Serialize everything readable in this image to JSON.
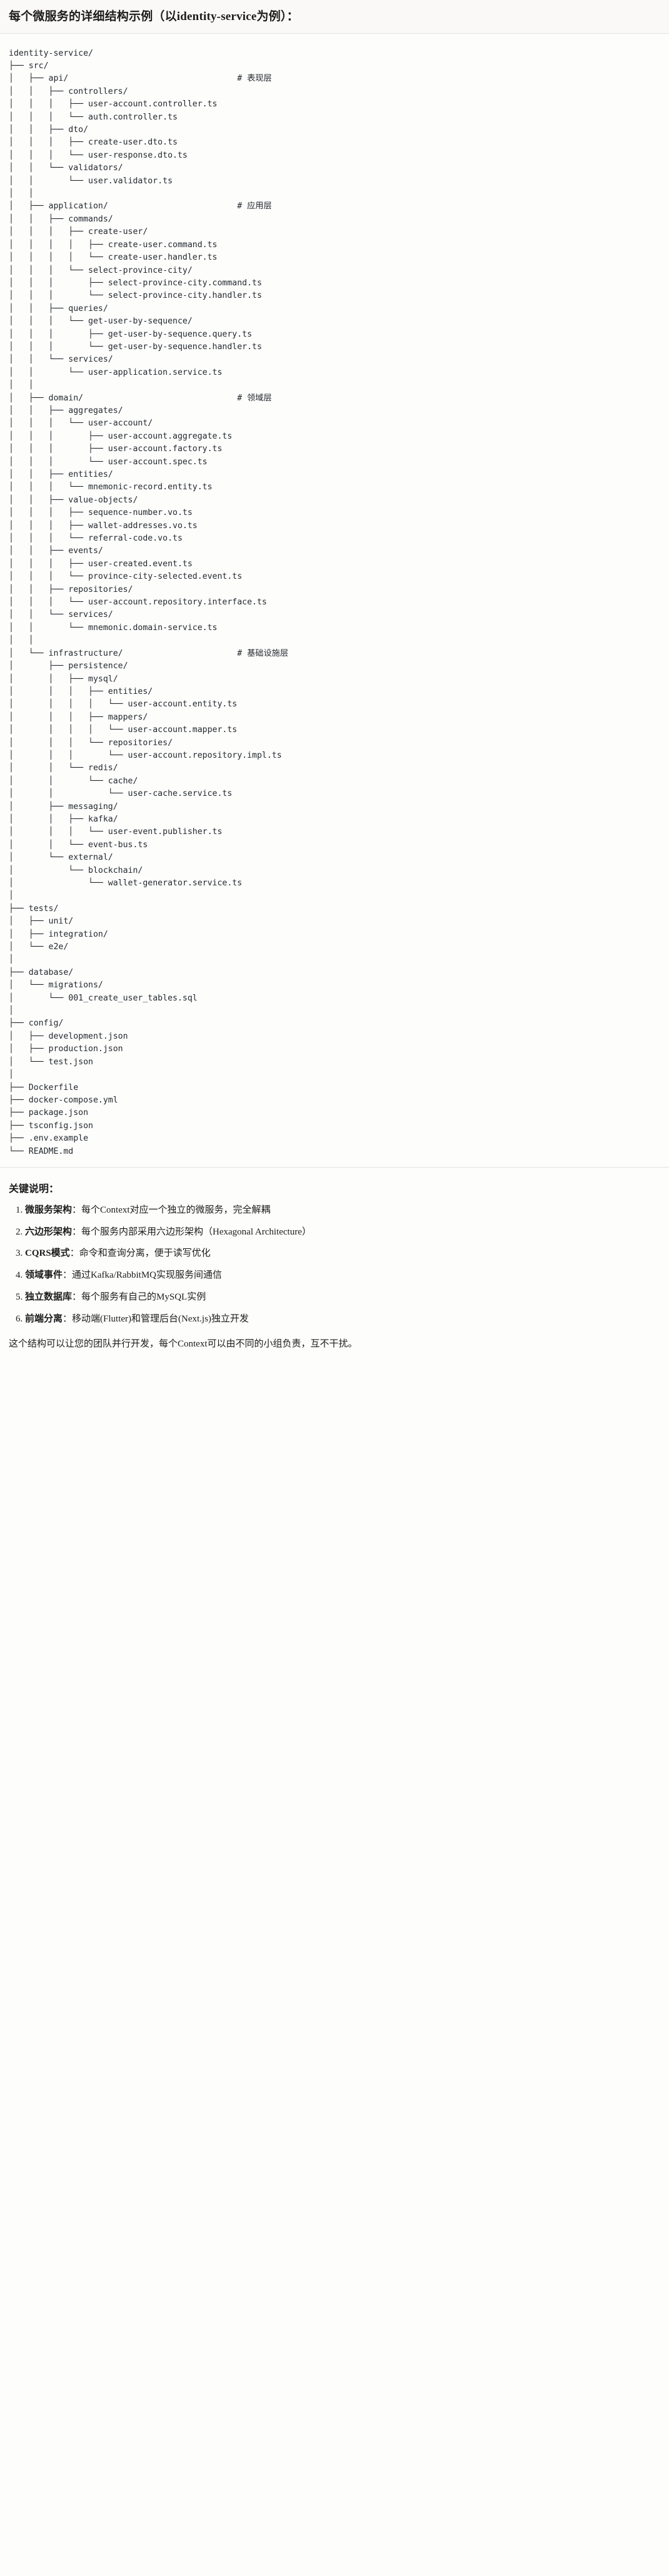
{
  "header": {
    "title": "每个微服务的详细结构示例（以identity-service为例）："
  },
  "tree": {
    "comment_column": 46,
    "lines": [
      {
        "path": "identity-service/",
        "comment": ""
      },
      {
        "path": "├── src/",
        "comment": ""
      },
      {
        "path": "│   ├── api/",
        "comment": "# 表现层"
      },
      {
        "path": "│   │   ├── controllers/",
        "comment": ""
      },
      {
        "path": "│   │   │   ├── user-account.controller.ts",
        "comment": ""
      },
      {
        "path": "│   │   │   └── auth.controller.ts",
        "comment": ""
      },
      {
        "path": "│   │   ├── dto/",
        "comment": ""
      },
      {
        "path": "│   │   │   ├── create-user.dto.ts",
        "comment": ""
      },
      {
        "path": "│   │   │   └── user-response.dto.ts",
        "comment": ""
      },
      {
        "path": "│   │   └── validators/",
        "comment": ""
      },
      {
        "path": "│   │       └── user.validator.ts",
        "comment": ""
      },
      {
        "path": "│   │",
        "comment": ""
      },
      {
        "path": "│   ├── application/",
        "comment": "# 应用层"
      },
      {
        "path": "│   │   ├── commands/",
        "comment": ""
      },
      {
        "path": "│   │   │   ├── create-user/",
        "comment": ""
      },
      {
        "path": "│   │   │   │   ├── create-user.command.ts",
        "comment": ""
      },
      {
        "path": "│   │   │   │   └── create-user.handler.ts",
        "comment": ""
      },
      {
        "path": "│   │   │   └── select-province-city/",
        "comment": ""
      },
      {
        "path": "│   │   │       ├── select-province-city.command.ts",
        "comment": ""
      },
      {
        "path": "│   │   │       └── select-province-city.handler.ts",
        "comment": ""
      },
      {
        "path": "│   │   ├── queries/",
        "comment": ""
      },
      {
        "path": "│   │   │   └── get-user-by-sequence/",
        "comment": ""
      },
      {
        "path": "│   │   │       ├── get-user-by-sequence.query.ts",
        "comment": ""
      },
      {
        "path": "│   │   │       └── get-user-by-sequence.handler.ts",
        "comment": ""
      },
      {
        "path": "│   │   └── services/",
        "comment": ""
      },
      {
        "path": "│   │       └── user-application.service.ts",
        "comment": ""
      },
      {
        "path": "│   │",
        "comment": ""
      },
      {
        "path": "│   ├── domain/",
        "comment": "# 领域层"
      },
      {
        "path": "│   │   ├── aggregates/",
        "comment": ""
      },
      {
        "path": "│   │   │   └── user-account/",
        "comment": ""
      },
      {
        "path": "│   │   │       ├── user-account.aggregate.ts",
        "comment": ""
      },
      {
        "path": "│   │   │       ├── user-account.factory.ts",
        "comment": ""
      },
      {
        "path": "│   │   │       └── user-account.spec.ts",
        "comment": ""
      },
      {
        "path": "│   │   ├── entities/",
        "comment": ""
      },
      {
        "path": "│   │   │   └── mnemonic-record.entity.ts",
        "comment": ""
      },
      {
        "path": "│   │   ├── value-objects/",
        "comment": ""
      },
      {
        "path": "│   │   │   ├── sequence-number.vo.ts",
        "comment": ""
      },
      {
        "path": "│   │   │   ├── wallet-addresses.vo.ts",
        "comment": ""
      },
      {
        "path": "│   │   │   └── referral-code.vo.ts",
        "comment": ""
      },
      {
        "path": "│   │   ├── events/",
        "comment": ""
      },
      {
        "path": "│   │   │   ├── user-created.event.ts",
        "comment": ""
      },
      {
        "path": "│   │   │   └── province-city-selected.event.ts",
        "comment": ""
      },
      {
        "path": "│   │   ├── repositories/",
        "comment": ""
      },
      {
        "path": "│   │   │   └── user-account.repository.interface.ts",
        "comment": ""
      },
      {
        "path": "│   │   └── services/",
        "comment": ""
      },
      {
        "path": "│   │       └── mnemonic.domain-service.ts",
        "comment": ""
      },
      {
        "path": "│   │",
        "comment": ""
      },
      {
        "path": "│   └── infrastructure/",
        "comment": "# 基础设施层"
      },
      {
        "path": "│       ├── persistence/",
        "comment": ""
      },
      {
        "path": "│       │   ├── mysql/",
        "comment": ""
      },
      {
        "path": "│       │   │   ├── entities/",
        "comment": ""
      },
      {
        "path": "│       │   │   │   └── user-account.entity.ts",
        "comment": ""
      },
      {
        "path": "│       │   │   ├── mappers/",
        "comment": ""
      },
      {
        "path": "│       │   │   │   └── user-account.mapper.ts",
        "comment": ""
      },
      {
        "path": "│       │   │   └── repositories/",
        "comment": ""
      },
      {
        "path": "│       │   │       └── user-account.repository.impl.ts",
        "comment": ""
      },
      {
        "path": "│       │   └── redis/",
        "comment": ""
      },
      {
        "path": "│       │       └── cache/",
        "comment": ""
      },
      {
        "path": "│       │           └── user-cache.service.ts",
        "comment": ""
      },
      {
        "path": "│       ├── messaging/",
        "comment": ""
      },
      {
        "path": "│       │   ├── kafka/",
        "comment": ""
      },
      {
        "path": "│       │   │   └── user-event.publisher.ts",
        "comment": ""
      },
      {
        "path": "│       │   └── event-bus.ts",
        "comment": ""
      },
      {
        "path": "│       └── external/",
        "comment": ""
      },
      {
        "path": "│           └── blockchain/",
        "comment": ""
      },
      {
        "path": "│               └── wallet-generator.service.ts",
        "comment": ""
      },
      {
        "path": "│",
        "comment": ""
      },
      {
        "path": "├── tests/",
        "comment": ""
      },
      {
        "path": "│   ├── unit/",
        "comment": ""
      },
      {
        "path": "│   ├── integration/",
        "comment": ""
      },
      {
        "path": "│   └── e2e/",
        "comment": ""
      },
      {
        "path": "│",
        "comment": ""
      },
      {
        "path": "├── database/",
        "comment": ""
      },
      {
        "path": "│   └── migrations/",
        "comment": ""
      },
      {
        "path": "│       └── 001_create_user_tables.sql",
        "comment": ""
      },
      {
        "path": "│",
        "comment": ""
      },
      {
        "path": "├── config/",
        "comment": ""
      },
      {
        "path": "│   ├── development.json",
        "comment": ""
      },
      {
        "path": "│   ├── production.json",
        "comment": ""
      },
      {
        "path": "│   └── test.json",
        "comment": ""
      },
      {
        "path": "│",
        "comment": ""
      },
      {
        "path": "├── Dockerfile",
        "comment": ""
      },
      {
        "path": "├── docker-compose.yml",
        "comment": ""
      },
      {
        "path": "├── package.json",
        "comment": ""
      },
      {
        "path": "├── tsconfig.json",
        "comment": ""
      },
      {
        "path": "├── .env.example",
        "comment": ""
      },
      {
        "path": "└── README.md",
        "comment": ""
      }
    ]
  },
  "notes": {
    "title": "关键说明：",
    "items": [
      {
        "key": "微服务架构",
        "value": "：每个Context对应一个独立的微服务，完全解耦"
      },
      {
        "key": "六边形架构",
        "value": "：每个服务内部采用六边形架构（Hexagonal Architecture）"
      },
      {
        "key": "CQRS模式",
        "value": "：命令和查询分离，便于读写优化"
      },
      {
        "key": "领域事件",
        "value": "：通过Kafka/RabbitMQ实现服务间通信"
      },
      {
        "key": "独立数据库",
        "value": "：每个服务有自己的MySQL实例"
      },
      {
        "key": "前端分离",
        "value": "：移动端(Flutter)和管理后台(Next.js)独立开发"
      }
    ],
    "closing": "这个结构可以让您的团队并行开发，每个Context可以由不同的小组负责，互不干扰。"
  }
}
